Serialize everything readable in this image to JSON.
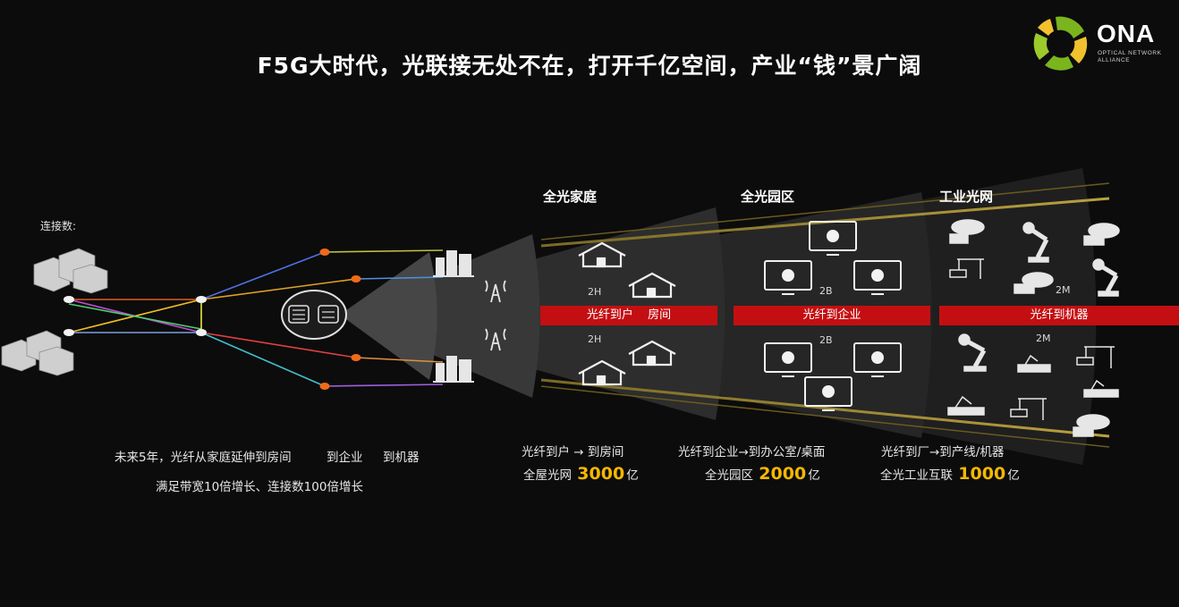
{
  "title": "F5G大时代，光联接无处不在，打开千亿空间，产业“钱”景广阔",
  "logo": {
    "name": "ONA",
    "sub": "OPTICAL NETWORK ALLIANCE"
  },
  "left": {
    "connections_label": "连接数:",
    "caption_line1": "未来5年，光纤从家庭延伸到房间",
    "caption_to_enterprise": "到企业",
    "caption_to_machine": "到机器",
    "caption_line2": "满足带宽10倍增长、连接数100倍增长"
  },
  "sections": [
    {
      "title": "全光家庭",
      "bar": "光纤到户",
      "bar_extra": "房间",
      "top_count": "2H",
      "bottom_count": "2H",
      "caption": "光纤到户 → 到房间",
      "market_prefix": "全屋光网",
      "market_value": "3000",
      "market_unit": "亿"
    },
    {
      "title": "全光园区",
      "bar": "光纤到企业",
      "top_count": "2B",
      "bottom_count": "2B",
      "caption": "光纤到企业→到办公室/桌面",
      "market_prefix": "全光园区",
      "market_value": "2000",
      "market_unit": "亿"
    },
    {
      "title": "工业光网",
      "bar": "光纤到机器",
      "top_count": "2M",
      "bottom_count": "2M",
      "caption": "光纤到厂→到产线/机器",
      "market_prefix": "全光工业互联",
      "market_value": "1000",
      "market_unit": "亿"
    }
  ],
  "colors": {
    "background": "#0c0c0c",
    "bar": "#c40f12",
    "highlight": "#f5b800",
    "logo_green": "#7ab51d",
    "logo_yellow": "#f2c12e"
  }
}
